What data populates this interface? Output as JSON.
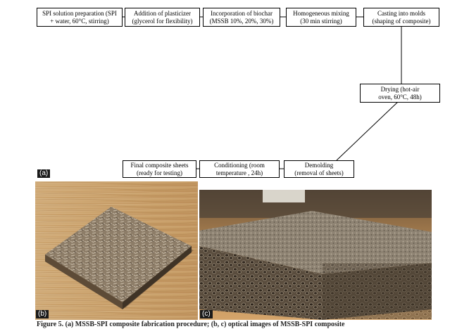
{
  "figure": {
    "panel_a_label": "(a)",
    "panel_b_label": "(b)",
    "panel_c_label": "(c)",
    "steps": [
      {
        "line1": "SPI solution preparation  (SPI",
        "line2": "+ water, 60°C, stirring)"
      },
      {
        "line1": "Addition of plasticizer",
        "line2": "(glycerol for flexibility)"
      },
      {
        "line1": "Incorporation of biochar",
        "line2": "(MSSB 10%, 20%, 30%)"
      },
      {
        "line1": "Homogeneous mixing",
        "line2": "(30 min stirring)"
      },
      {
        "line1": "Casting into molds",
        "line2": "(shaping of composite)"
      },
      {
        "line1": "Drying  (hot-air",
        "line2": "oven, 60°C, 48h)"
      },
      {
        "line1": "Demolding",
        "line2": "(removal of sheets)"
      },
      {
        "line1": "Conditioning  (room",
        "line2": "temperature , 24h)"
      },
      {
        "line1": "Final composite sheets",
        "line2": "(ready for testing)"
      }
    ],
    "caption": "Figure 5. (a) MSSB-SPI composite fabrication procedure; (b, c) optical images of MSSB-SPI composite"
  }
}
